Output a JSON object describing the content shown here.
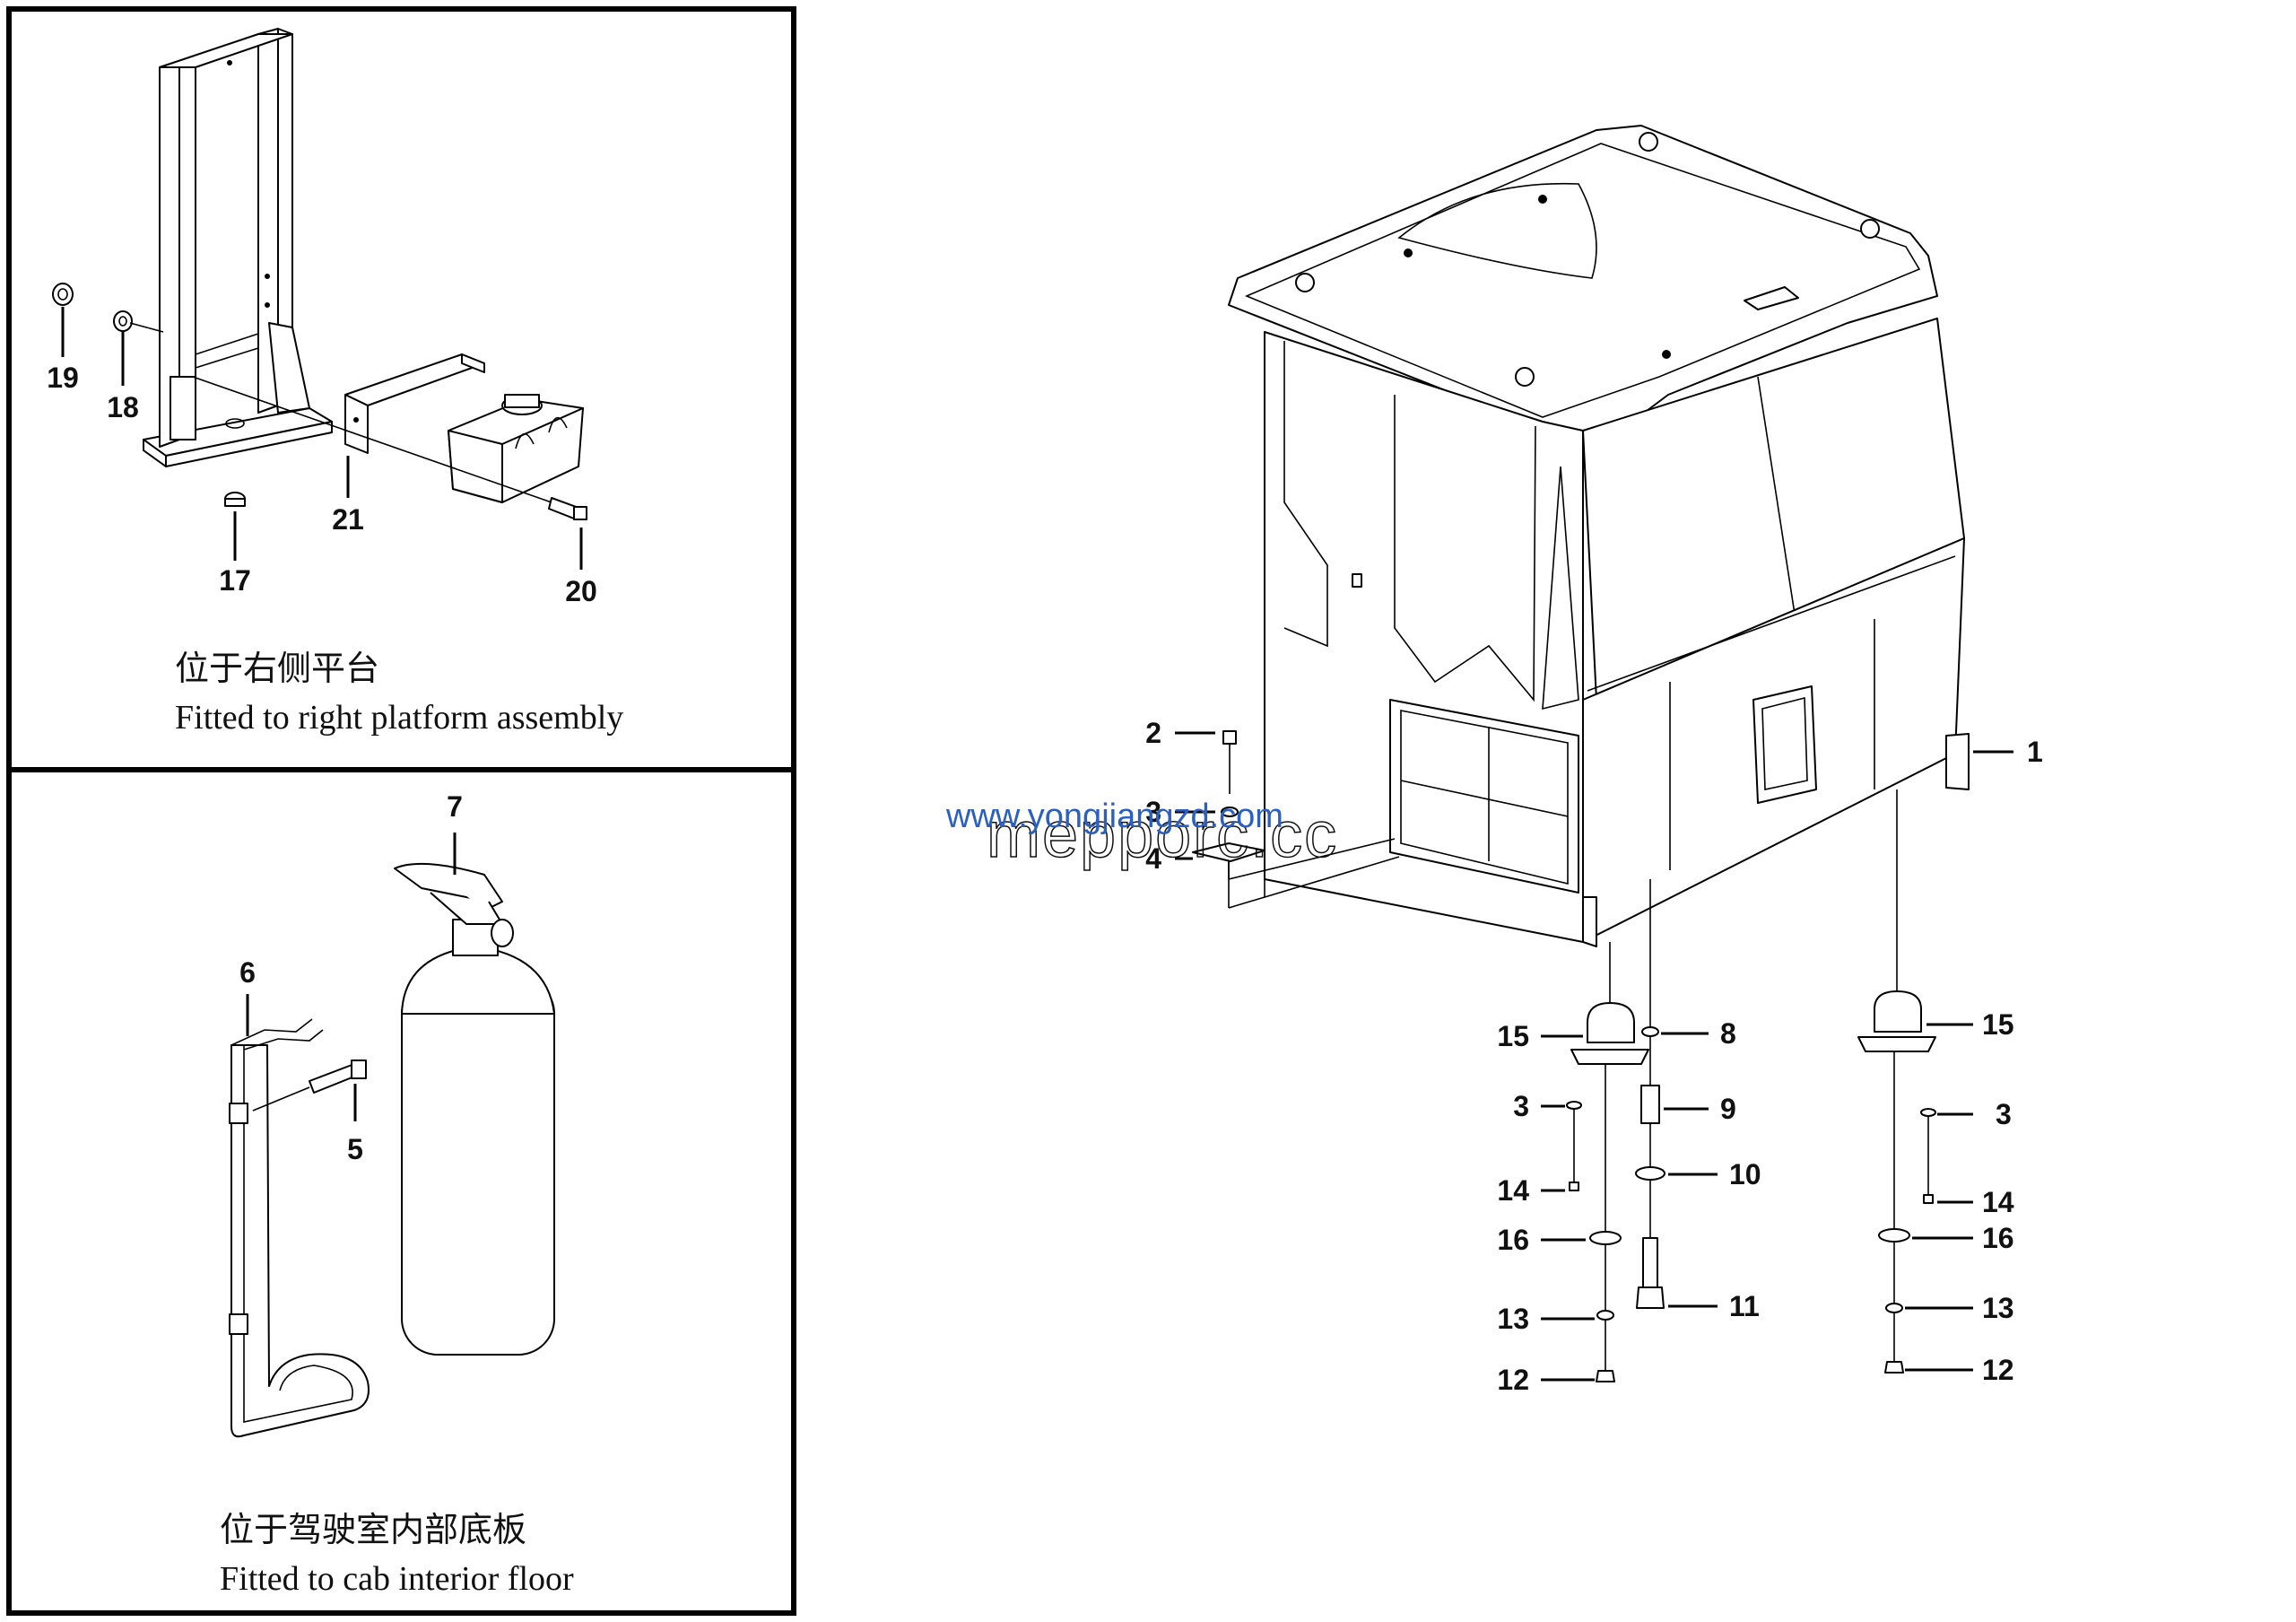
{
  "panels": {
    "right_platform": {
      "caption_cn": "位于右侧平台",
      "caption_en": "Fitted to right platform assembly",
      "callouts": [
        "19",
        "18",
        "17",
        "21",
        "20"
      ]
    },
    "cab_floor": {
      "caption_cn": "位于驾驶室内部底板",
      "caption_en": "Fitted to cab interior floor",
      "callouts": [
        "7",
        "6",
        "5"
      ]
    }
  },
  "main_callouts": {
    "cab": "1",
    "bolt": "2",
    "washer_top": "3",
    "plate": "4",
    "mount_left": "15",
    "washer_left": "3",
    "screw_left": "14",
    "plate_left": "16",
    "washer_low_left": "13",
    "nut_left": "12",
    "spacer_washer": "8",
    "spacer": "9",
    "flat_washer": "10",
    "bolt_long": "11",
    "mount_right": "15",
    "washer_right": "3",
    "screw_right": "14",
    "plate_right": "16",
    "washer_low_right": "13",
    "nut_right": "12"
  },
  "watermarks": {
    "url": "www.yongjiangzd.com",
    "brand": "mepporc.cc"
  }
}
